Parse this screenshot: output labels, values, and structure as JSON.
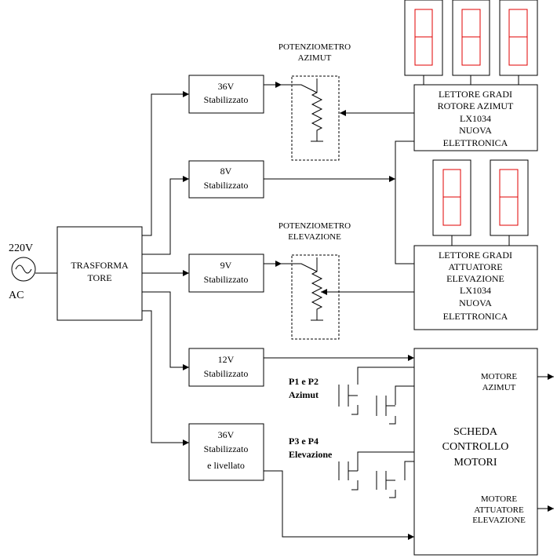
{
  "source": {
    "voltage": "220V",
    "type": "AC"
  },
  "transformer": {
    "line1": "TRASFORMA",
    "line2": "TORE"
  },
  "supplies": [
    {
      "id": "36v",
      "line1": "36V",
      "line2": "Stabilizzato",
      "line3": ""
    },
    {
      "id": "8v",
      "line1": "8V",
      "line2": "Stabilizzato",
      "line3": ""
    },
    {
      "id": "9v",
      "line1": "9V",
      "line2": "Stabilizzato",
      "line3": ""
    },
    {
      "id": "12v",
      "line1": "12V",
      "line2": "Stabilizzato",
      "line3": ""
    },
    {
      "id": "36vl",
      "line1": "36V",
      "line2": "Stabilizzato",
      "line3": "e livellato"
    }
  ],
  "potentiometers": {
    "azimut": {
      "line1": "POTENZIOMETRO",
      "line2": "AZIMUT"
    },
    "elevazione": {
      "line1": "POTENZIOMETRO",
      "line2": "ELEVAZIONE"
    }
  },
  "readers": {
    "azimut": {
      "lines": [
        "LETTORE GRADI",
        "ROTORE AZIMUT",
        "LX1034",
        "NUOVA",
        "ELETTRONICA"
      ]
    },
    "elevazione": {
      "lines": [
        "LETTORE GRADI",
        "ATTUATORE",
        "ELEVAZIONE",
        "LX1034",
        "NUOVA",
        "ELETTRONICA"
      ]
    }
  },
  "switches": {
    "azimut": {
      "line1": "P1  e P2",
      "line2": "Azimut"
    },
    "elevazione": {
      "line1": "P3  e P4",
      "line2": "Elevazione"
    }
  },
  "controller": {
    "lines": [
      "SCHEDA",
      "CONTROLLO",
      "MOTORI"
    ],
    "motor_azimut": {
      "line1": "MOTORE",
      "line2": "AZIMUT"
    },
    "motor_elevazione": {
      "line1": "MOTORE",
      "line2": "ATTUATORE",
      "line3": "ELEVAZIONE"
    }
  },
  "colors": {
    "line": "#000000",
    "display_segment": "#e00000",
    "background": "#ffffff"
  }
}
